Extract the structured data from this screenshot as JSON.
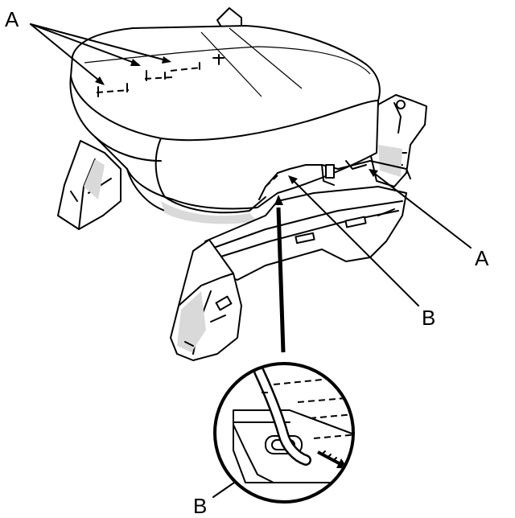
{
  "callouts": {
    "a_top": "A",
    "a_right": "A",
    "b_mid": "B",
    "b_bottom": "B"
  },
  "figure": {
    "line_color": "#000000",
    "background": "#ffffff"
  }
}
